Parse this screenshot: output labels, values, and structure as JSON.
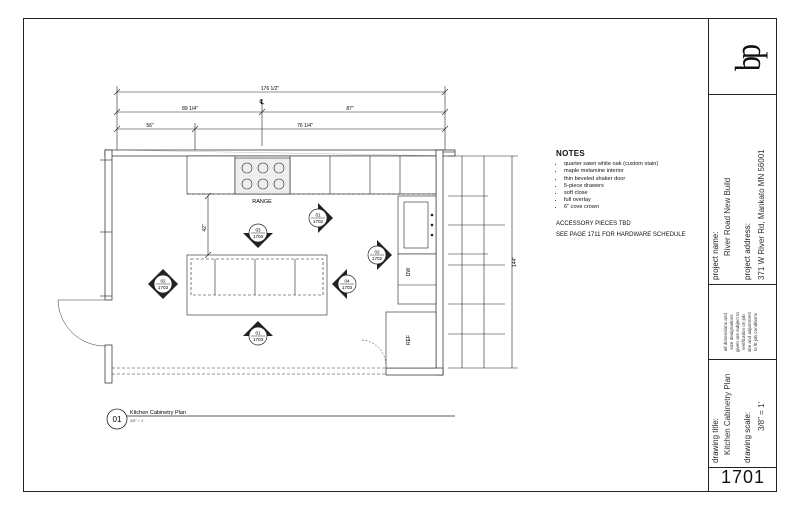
{
  "title_block": {
    "logo_text": "bp",
    "project_name_label": "project name:",
    "project_name": "River Road New Build",
    "project_address_label": "project address:",
    "project_address": "371 W River Rd, Mankato MN 56001",
    "disclaimer": [
      "all dimensions and",
      "size designations",
      "given are subject to",
      "verification on job",
      "site and adjustment",
      "to fit job conditions"
    ],
    "drawing_title_label": "drawing title:",
    "drawing_title": "Kitchen Cabinetry Plan",
    "drawing_scale_label": "drawing scale:",
    "drawing_scale": "3/8\" = 1'",
    "sheet_number": "1701"
  },
  "notes": {
    "heading": "NOTES",
    "items": [
      "quarter sawn white oak (custom stain)",
      "maple melamine interior",
      "thin beveled shaker door",
      "5-piece drawers",
      "soft close",
      "full overlay",
      "6\" cove crown"
    ],
    "accessory": "ACCESSORY PIECES TBD",
    "hardware": "SEE PAGE 1711 FOR HARDWARE SCHEDULE"
  },
  "plan": {
    "dimensions": {
      "overall": "176 1/2\"",
      "left_run": "89 1/4\"",
      "right_run": "87\"",
      "window_offset": "56\"",
      "range_to_wall": "76 1/4\"",
      "right_total": "144\"",
      "island_width": "42\""
    },
    "appliance_labels": {
      "range": "RANGE",
      "dishwasher": "DW",
      "refrigerator": "REF"
    },
    "elevation_tags": [
      {
        "num": "01",
        "sheet": "1702"
      },
      {
        "num": "03",
        "sheet": "1703"
      },
      {
        "num": "02",
        "sheet": "1702"
      },
      {
        "num": "02",
        "sheet": "1703"
      },
      {
        "num": "04",
        "sheet": "1703"
      },
      {
        "num": "01",
        "sheet": "1703"
      }
    ],
    "drawing_number": "01",
    "drawing_caption": "Kitchen Cabinetry Plan",
    "drawing_caption_scale": "3/8\" = 1'"
  }
}
